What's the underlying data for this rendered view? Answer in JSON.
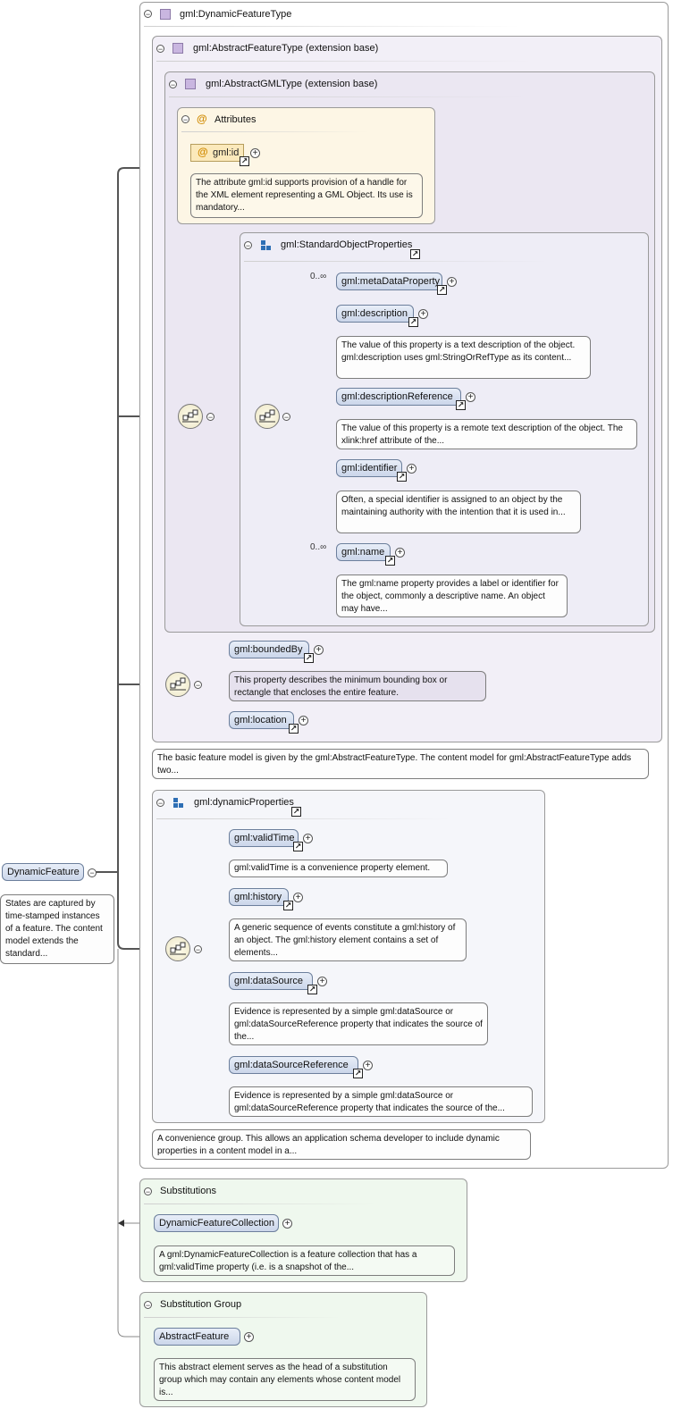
{
  "root": {
    "name": "DynamicFeature",
    "doc": "States are captured by time-stamped instances of a feature. The content model extends the standard..."
  },
  "complex_type": {
    "title": "gml:DynamicFeatureType"
  },
  "abstract_feature_type": {
    "title": "gml:AbstractFeatureType (extension base)",
    "doc": "The basic feature model is given by the gml:AbstractFeatureType. The content model for gml:AbstractFeatureType adds two..."
  },
  "abstract_gml_type": {
    "title": "gml:AbstractGMLType (extension base)"
  },
  "attributes": {
    "title": "Attributes",
    "gml_id": {
      "name": "gml:id",
      "doc": "The attribute gml:id supports provision of a handle for the XML element representing a GML Object. Its use is mandatory..."
    }
  },
  "standard_object_properties": {
    "title": "gml:StandardObjectProperties",
    "items": [
      {
        "name": "gml:metaDataProperty",
        "card": "0..∞",
        "doc": ""
      },
      {
        "name": "gml:description",
        "card": "",
        "doc": "The value of this property is a text description of the object. gml:description uses gml:StringOrRefType as its content..."
      },
      {
        "name": "gml:descriptionReference",
        "card": "",
        "doc": "The value of this property is a remote text description of the object. The xlink:href attribute of the..."
      },
      {
        "name": "gml:identifier",
        "card": "",
        "doc": "Often, a special identifier is assigned to an object by the maintaining authority with the intention that it is used in..."
      },
      {
        "name": "gml:name",
        "card": "0..∞",
        "doc": "The gml:name property provides a label or identifier for the object, commonly a descriptive name. An object may have..."
      }
    ]
  },
  "feature_props": {
    "bounded_by": {
      "name": "gml:boundedBy",
      "doc": "This property describes the minimum bounding box or rectangle that encloses the entire feature."
    },
    "location": {
      "name": "gml:location"
    }
  },
  "dynamic_properties": {
    "title": "gml:dynamicProperties",
    "doc": "A convenience group. This allows an application schema developer to include dynamic properties in a content model in a...",
    "items": [
      {
        "name": "gml:validTime",
        "doc": "gml:validTime is a convenience property element."
      },
      {
        "name": "gml:history",
        "doc": "A generic sequence of events constitute a gml:history of an object. The gml:history element contains a set of elements..."
      },
      {
        "name": "gml:dataSource",
        "doc": "Evidence is represented by a simple gml:dataSource or gml:dataSourceReference property that indicates the source of the..."
      },
      {
        "name": "gml:dataSourceReference",
        "doc": "Evidence is represented by a simple gml:dataSource or gml:dataSourceReference property that indicates the source of the..."
      }
    ]
  },
  "substitutions": {
    "title": "Substitutions",
    "element": "DynamicFeatureCollection",
    "doc": "A gml:DynamicFeatureCollection is a feature collection that has a gml:validTime property (i.e. is a snapshot of the..."
  },
  "substitution_group": {
    "title": "Substitution Group",
    "element": "AbstractFeature",
    "doc": "This abstract element serves as the head of a substitution group which may contain any elements whose content model is..."
  }
}
